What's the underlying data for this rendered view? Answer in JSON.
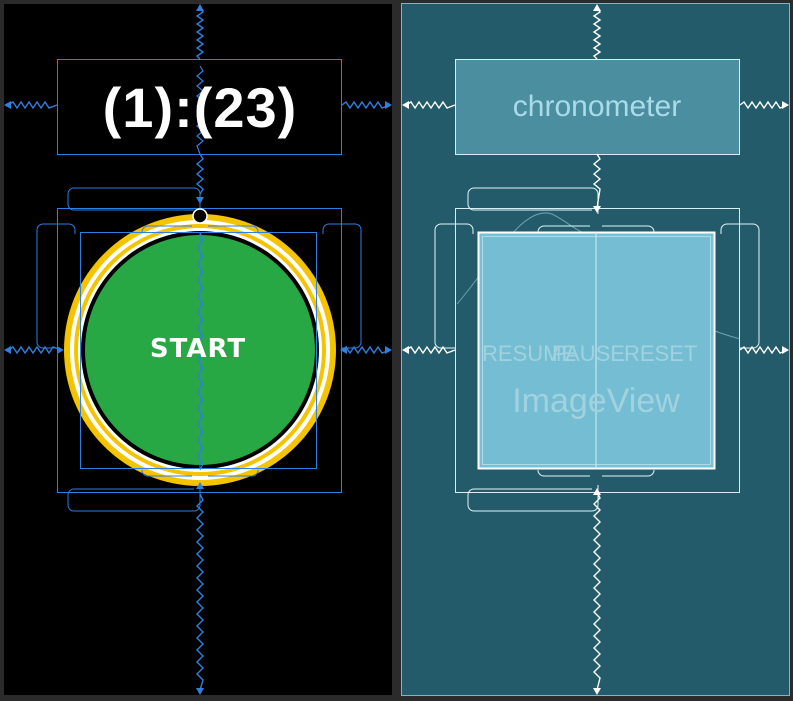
{
  "design": {
    "timer_text": "(1):(23)",
    "start_label": "START"
  },
  "blueprint": {
    "chronometer_label": "chronometer",
    "resume_label": "RESUME",
    "pause_label": "PAUSE",
    "reset_label": "RESET",
    "imageview_label": "ImageView"
  },
  "colors": {
    "design_bg": "#000000",
    "blueprint_bg": "#235b6b",
    "start_button": "#28a745",
    "ring_gold": "#f4c400",
    "constraint_blue": "#2e7fe0"
  }
}
